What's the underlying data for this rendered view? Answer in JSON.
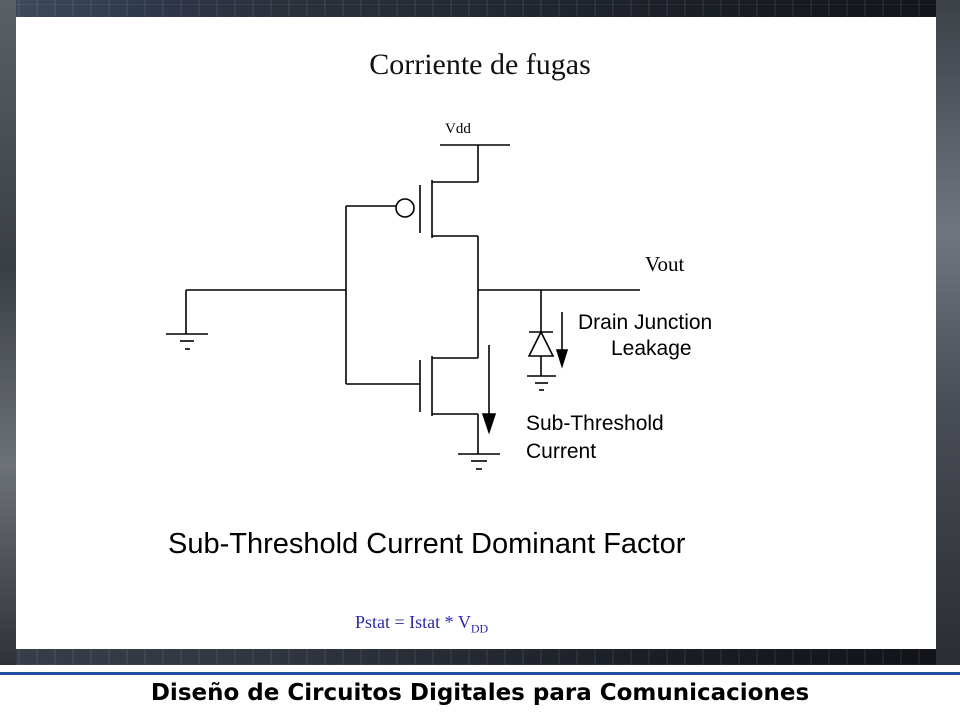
{
  "slide": {
    "title": "Corriente de fugas",
    "heading": "Sub-Threshold Current Dominant Factor",
    "formula": {
      "main": "Pstat = Istat * V",
      "subscript": "DD"
    }
  },
  "circuit": {
    "vdd_label": "Vdd",
    "vout_label": "Vout",
    "drain_label_line1": "Drain Junction",
    "drain_label_line2": "Leakage",
    "sub_label_line1": "Sub-Threshold",
    "sub_label_line2": "Current",
    "ground_mark": "-"
  },
  "footer": {
    "text": "Diseño de Circuitos Digitales para Comunicaciones"
  },
  "colors": {
    "footer_rule": "#1f4fa0",
    "formula": "#2a2aa8"
  }
}
